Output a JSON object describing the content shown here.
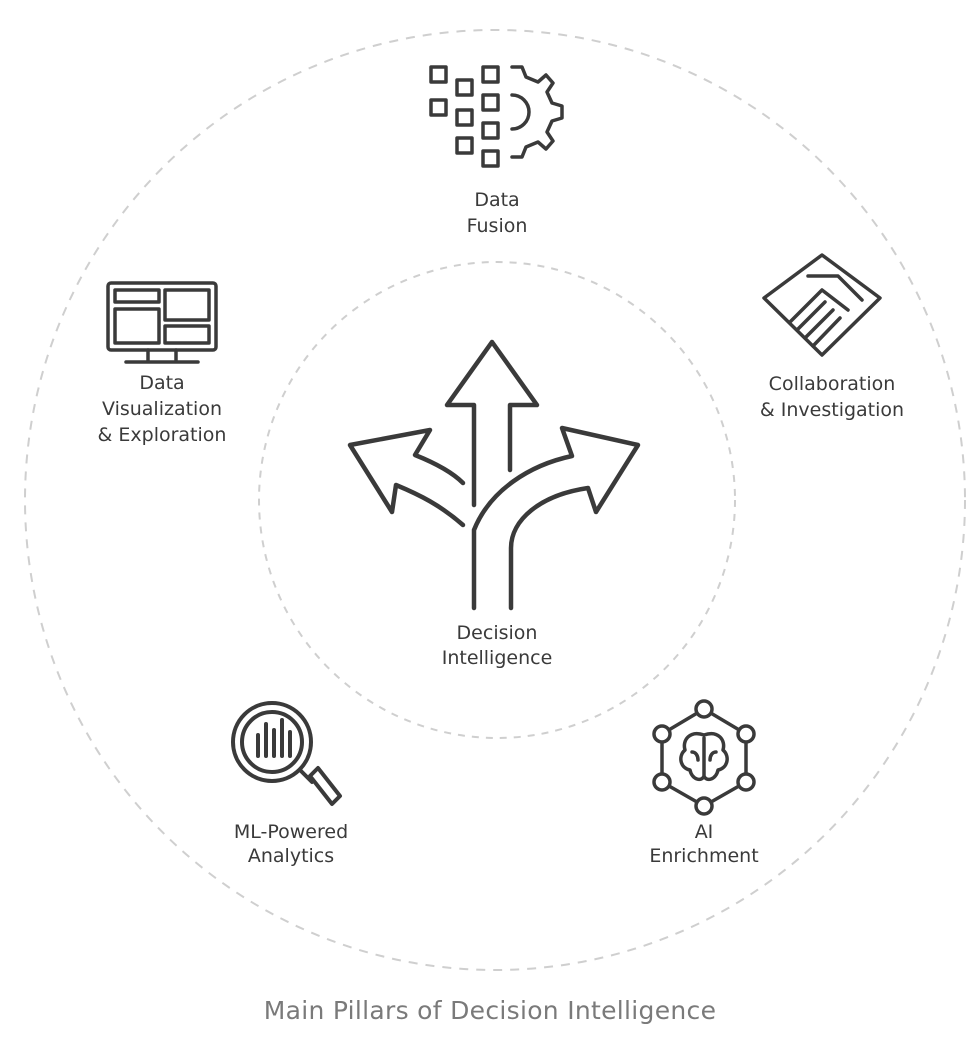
{
  "diagram": {
    "center": {
      "line1": "Decision",
      "line2": "Intelligence",
      "icon": "diverging-arrows-icon"
    },
    "pillars": [
      {
        "id": "data-fusion",
        "lines": [
          "Data",
          "Fusion"
        ],
        "icon": "data-gear-icon"
      },
      {
        "id": "collaboration",
        "lines": [
          "Collaboration",
          "& Investigation"
        ],
        "icon": "handshake-icon"
      },
      {
        "id": "ai-enrichment",
        "lines": [
          "AI",
          "Enrichment"
        ],
        "icon": "brain-network-icon"
      },
      {
        "id": "ml-analytics",
        "lines": [
          "ML-Powered",
          "Analytics"
        ],
        "icon": "magnifier-chart-icon"
      },
      {
        "id": "data-visualization",
        "lines": [
          "Data",
          "Visualization",
          "& Exploration"
        ],
        "icon": "monitor-dashboard-icon"
      }
    ],
    "caption": "Main Pillars of Decision Intelligence",
    "colors": {
      "stroke": "#3a3a3a",
      "dashed_ring": "#c8c8c8",
      "caption": "#7a7a7a"
    }
  }
}
